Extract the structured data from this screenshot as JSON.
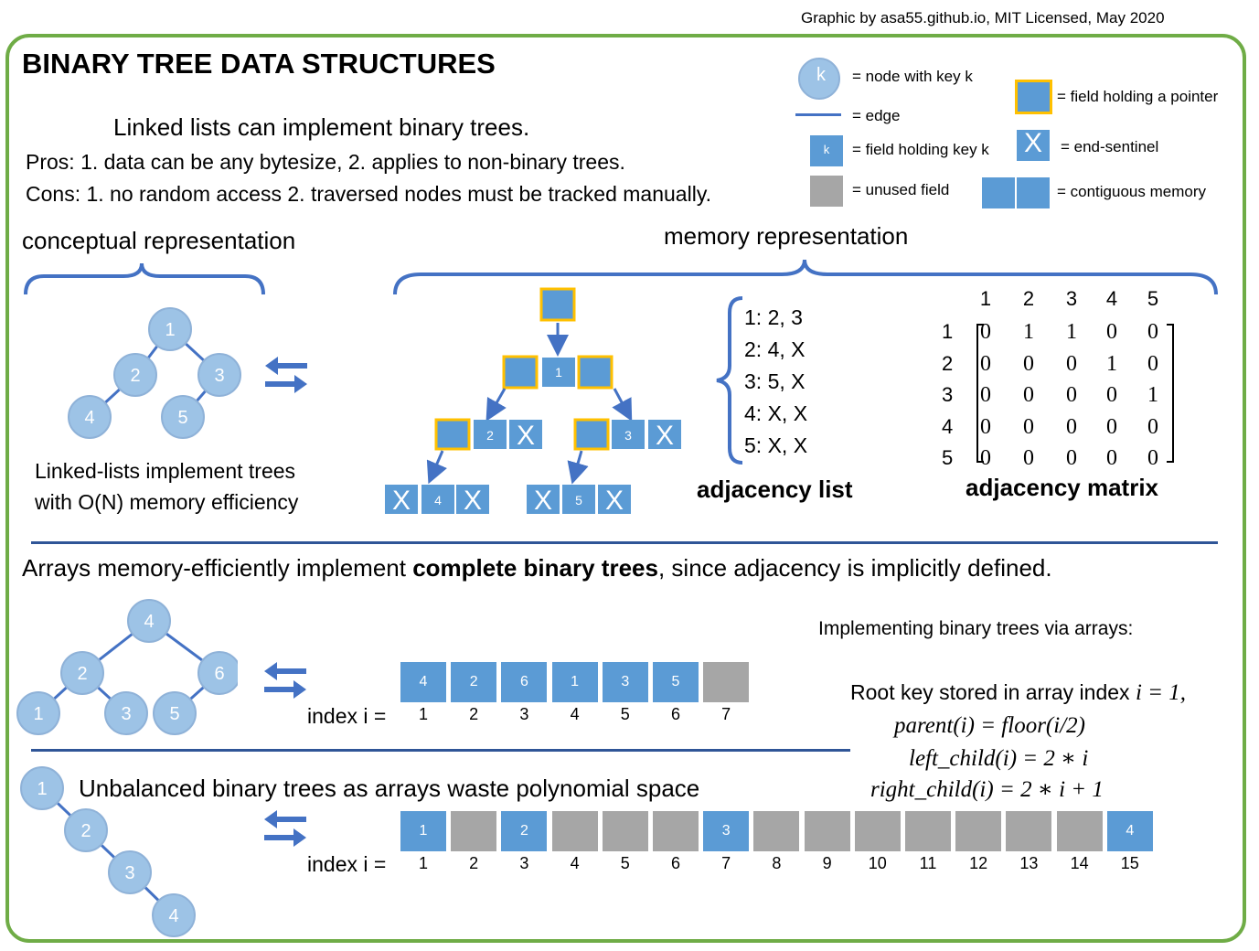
{
  "credit": "Graphic by asa55.github.io, MIT Licensed, May 2020",
  "title": "BINARY TREE DATA STRUCTURES",
  "colors": {
    "frame": "#6fac46",
    "node": "#9dc3e6",
    "node_stroke": "#8fb2d8",
    "field": "#5b9bd5",
    "pointer_border": "#ffc000",
    "unused": "#a6a6a6",
    "edge": "#4472c4",
    "divider": "#2f5597"
  },
  "legend": {
    "node_key": "k",
    "node_label": "= node with key k",
    "edge_label": "= edge",
    "key_field_key": "k",
    "key_field_label": "= field holding key k",
    "unused_label": "= unused field",
    "pointer_label": "= field holding a pointer",
    "sentinel_symbol": "X",
    "sentinel_label": "= end-sentinel",
    "contiguous_label": "= contiguous memory"
  },
  "linked_lists": {
    "heading": "Linked lists can implement binary trees.",
    "pros": "Pros: 1. data can be any bytesize, 2. applies to non-binary trees.",
    "cons": "Cons: 1. no random access 2. traversed nodes must be tracked manually."
  },
  "conceptual": {
    "label": "conceptual representation",
    "nodes": [
      "1",
      "2",
      "3",
      "4",
      "5"
    ],
    "note_line1": "Linked-lists implement trees",
    "note_line2": "with O(N) memory efficiency"
  },
  "memory": {
    "label": "memory representation",
    "keys": [
      "1",
      "2",
      "3",
      "4",
      "5"
    ],
    "sentinel": "X",
    "adjacency_list": {
      "label": "adjacency list",
      "rows": [
        "1:  2, 3",
        "2:  4, X",
        "3:  5, X",
        "4:  X, X",
        "5:  X, X"
      ]
    },
    "adjacency_matrix": {
      "label": "adjacency matrix",
      "col_headers": [
        "1",
        "2",
        "3",
        "4",
        "5"
      ],
      "row_headers": [
        "1",
        "2",
        "3",
        "4",
        "5"
      ],
      "rows": [
        [
          "0",
          "1",
          "1",
          "0",
          "0"
        ],
        [
          "0",
          "0",
          "0",
          "1",
          "0"
        ],
        [
          "0",
          "0",
          "0",
          "0",
          "1"
        ],
        [
          "0",
          "0",
          "0",
          "0",
          "0"
        ],
        [
          "0",
          "0",
          "0",
          "0",
          "0"
        ]
      ]
    }
  },
  "arrays": {
    "heading_pre": "Arrays memory-efficiently implement ",
    "heading_bold": "complete binary trees",
    "heading_post": ", since adjacency is implicitly defined.",
    "tree_nodes": [
      "4",
      "2",
      "6",
      "1",
      "3",
      "5"
    ],
    "cells": [
      "4",
      "2",
      "6",
      "1",
      "3",
      "5",
      ""
    ],
    "index_label": "index i =",
    "indices": [
      "1",
      "2",
      "3",
      "4",
      "5",
      "6",
      "7"
    ]
  },
  "formulas": {
    "heading": "Implementing binary trees via arrays:",
    "root_text": "Root key stored in array index ",
    "root_math": "i = 1,",
    "parent": "parent(i) = floor(i/2)",
    "left": "left_child(i)  =  2 ∗ i",
    "right": "right_child(i)  =  2 ∗ i  +  1"
  },
  "unbalanced": {
    "heading": "Unbalanced binary trees as arrays waste polynomial space",
    "tree_nodes": [
      "1",
      "2",
      "3",
      "4"
    ],
    "cells": [
      "1",
      "",
      "2",
      "",
      "",
      "",
      "3",
      "",
      "",
      "",
      "",
      "",
      "",
      "",
      "4"
    ],
    "index_label": "index i =",
    "indices": [
      "1",
      "2",
      "3",
      "4",
      "5",
      "6",
      "7",
      "8",
      "9",
      "10",
      "11",
      "12",
      "13",
      "14",
      "15"
    ]
  }
}
